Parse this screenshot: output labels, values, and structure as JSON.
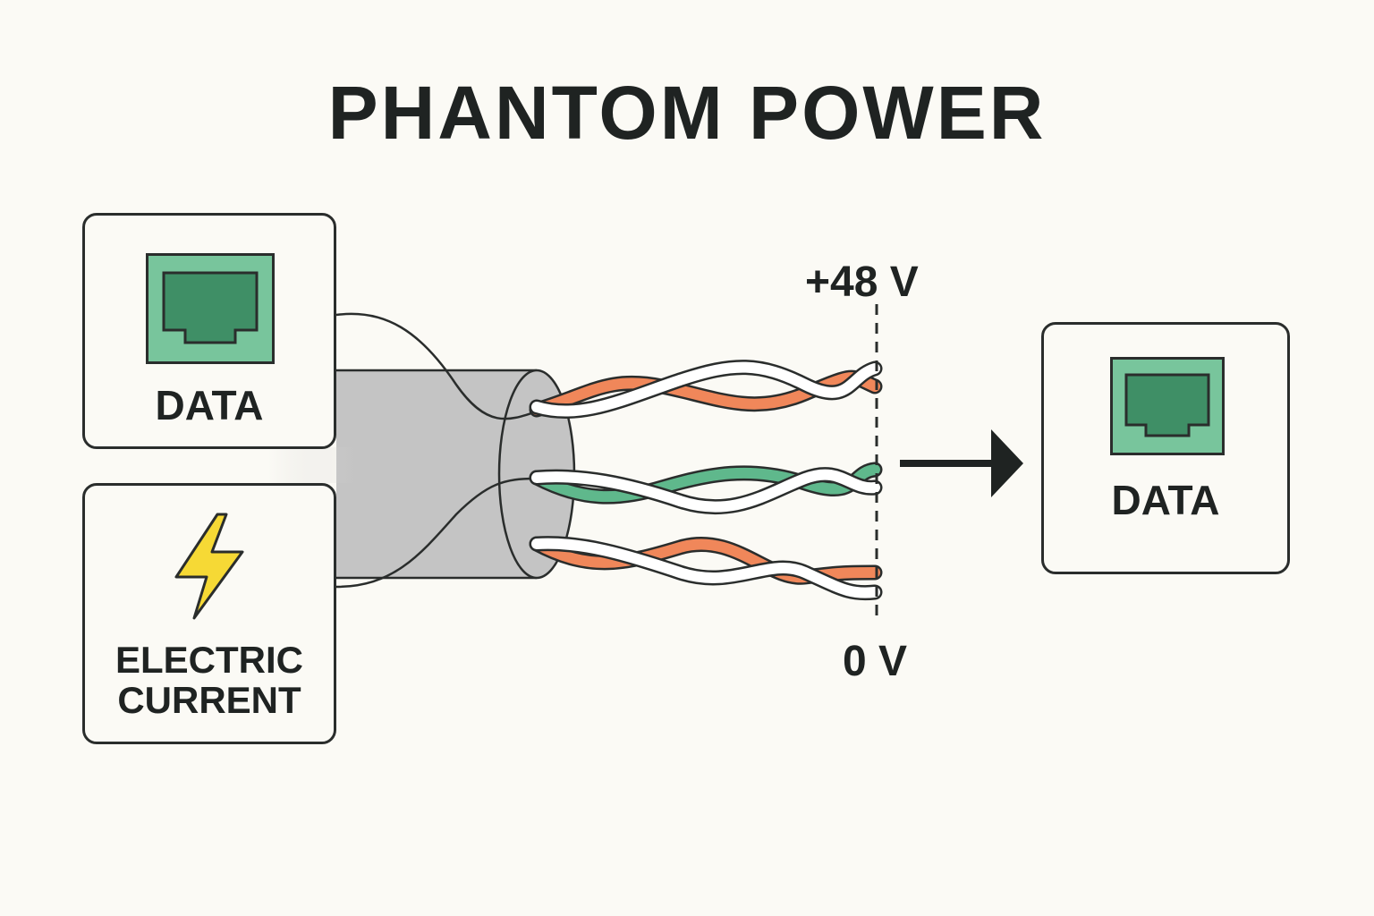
{
  "title": "PHANTOM POWER",
  "cards": {
    "data_left": {
      "label": "DATA",
      "icon": "ethernet-port-icon"
    },
    "current": {
      "label_line1": "ELECTRIC",
      "label_line2": "CURRENT",
      "icon": "lightning-bolt-icon"
    },
    "data_right": {
      "label": "DATA",
      "icon": "ethernet-port-icon"
    }
  },
  "voltage": {
    "top": "+48 V",
    "bottom": "0 V"
  },
  "colors": {
    "background": "#fbfaf5",
    "port_green": "#78c59c",
    "port_dark": "#3f8f66",
    "wire_orange": "#f0875a",
    "wire_green": "#5fb88c",
    "wire_white": "#ffffff",
    "cable_gray": "#c4c4c4",
    "bolt_yellow": "#f6d935"
  }
}
